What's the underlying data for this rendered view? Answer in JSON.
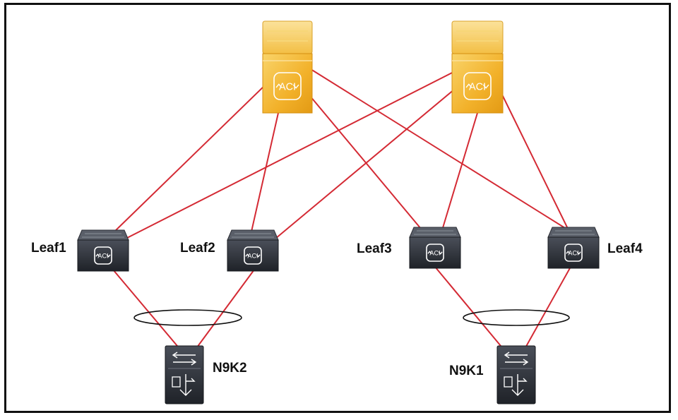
{
  "colors": {
    "link": "#d42a34",
    "spine_light": "#f7cc55",
    "spine_mid": "#f2b12a",
    "spine_dark": "#e09a12",
    "device_dark": "#23262d",
    "device_mid": "#3a3e47"
  },
  "icons": {
    "spine": "aci-spine-switch-icon",
    "leaf": "aci-leaf-switch-icon",
    "nexus": "nexus-switch-icon"
  },
  "diagram": {
    "spines": [
      {
        "id": "spine1",
        "label": "",
        "icon_text": "ACI"
      },
      {
        "id": "spine2",
        "label": "",
        "icon_text": "ACI"
      }
    ],
    "leaves": [
      {
        "id": "leaf1",
        "label": "Leaf1",
        "icon_text": "ACI"
      },
      {
        "id": "leaf2",
        "label": "Leaf2",
        "icon_text": "ACI"
      },
      {
        "id": "leaf3",
        "label": "Leaf3",
        "icon_text": "ACI"
      },
      {
        "id": "leaf4",
        "label": "Leaf4",
        "icon_text": "ACI"
      }
    ],
    "hosts": [
      {
        "id": "n9k2",
        "label": "N9K2"
      },
      {
        "id": "n9k1",
        "label": "N9K1"
      }
    ],
    "links": [
      [
        "spine1",
        "leaf1"
      ],
      [
        "spine1",
        "leaf2"
      ],
      [
        "spine1",
        "leaf3"
      ],
      [
        "spine1",
        "leaf4"
      ],
      [
        "spine2",
        "leaf1"
      ],
      [
        "spine2",
        "leaf2"
      ],
      [
        "spine2",
        "leaf3"
      ],
      [
        "spine2",
        "leaf4"
      ],
      [
        "leaf1",
        "n9k2"
      ],
      [
        "leaf2",
        "n9k2"
      ],
      [
        "leaf3",
        "n9k1"
      ],
      [
        "leaf4",
        "n9k1"
      ]
    ],
    "port_channels": [
      {
        "id": "pc-n9k2",
        "between": [
          "leaf1",
          "leaf2"
        ],
        "host": "n9k2"
      },
      {
        "id": "pc-n9k1",
        "between": [
          "leaf3",
          "leaf4"
        ],
        "host": "n9k1"
      }
    ]
  }
}
